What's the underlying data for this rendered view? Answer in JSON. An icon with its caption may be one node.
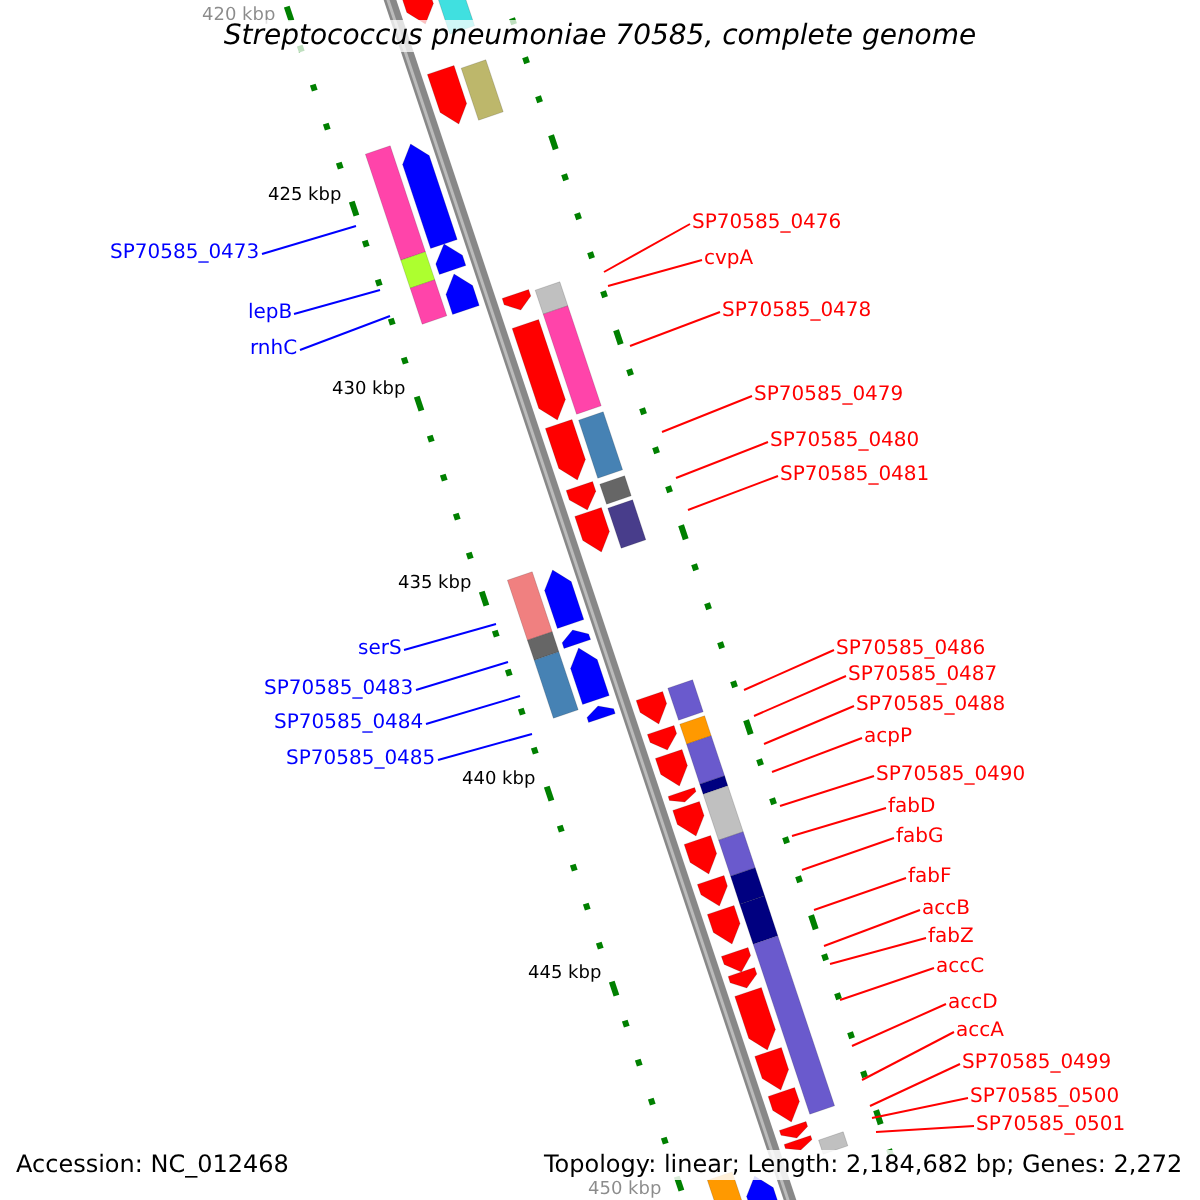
{
  "diagram": {
    "title": "Streptococcus pneumoniae 70585, complete genome",
    "nodes": [
      {
        "text": [
          "SP70585_0473"
        ]
      },
      {
        "text": [
          "lepB"
        ]
      },
      {
        "text": [
          "rnhC"
        ]
      },
      {
        "text": [
          "SP70585_0476"
        ]
      },
      {
        "text": [
          "cvpA"
        ]
      },
      {
        "text": [
          "SP70585_0478"
        ]
      },
      {
        "text": [
          "SP70585_0479"
        ]
      },
      {
        "text": [
          "SP70585_0480"
        ]
      },
      {
        "text": [
          "SP70585_0481"
        ]
      },
      {
        "text": [
          "serS"
        ]
      },
      {
        "text": [
          "SP70585_0483"
        ]
      },
      {
        "text": [
          "SP70585_0484"
        ]
      },
      {
        "text": [
          "SP70585_0485"
        ]
      },
      {
        "text": [
          "SP70585_0486"
        ]
      },
      {
        "text": [
          "SP70585_0487"
        ]
      },
      {
        "text": [
          "SP70585_0488"
        ]
      },
      {
        "text": [
          "acpP"
        ]
      },
      {
        "text": [
          "SP70585_0490"
        ]
      },
      {
        "text": [
          "fabD"
        ]
      },
      {
        "text": [
          "fabG"
        ]
      },
      {
        "text": [
          "fabF"
        ]
      },
      {
        "text": [
          "accB"
        ]
      },
      {
        "text": [
          "fabZ"
        ]
      },
      {
        "text": [
          "accC"
        ]
      },
      {
        "text": [
          "accD"
        ]
      },
      {
        "text": [
          "accA"
        ]
      },
      {
        "text": [
          "SP70585_0499"
        ]
      },
      {
        "text": [
          "SP70585_0500"
        ]
      },
      {
        "text": [
          "SP70585_0501"
        ]
      }
    ],
    "edges": [
      {
        "from": 0,
        "to": null,
        "arrow": "none",
        "color": "#0000ff"
      },
      {
        "from": 1,
        "to": null,
        "arrow": "none",
        "color": "#0000ff"
      },
      {
        "from": 2,
        "to": null,
        "arrow": "none",
        "color": "#0000ff"
      },
      {
        "from": 3,
        "to": null,
        "arrow": "none"
      },
      {
        "from": 4,
        "to": null,
        "arrow": "none"
      },
      {
        "from": 5,
        "to": null,
        "arrow": "none"
      },
      {
        "from": 6,
        "to": null,
        "arrow": "none"
      },
      {
        "from": 7,
        "to": null,
        "arrow": "none"
      },
      {
        "from": 8,
        "to": null,
        "arrow": "none"
      },
      {
        "from": 9,
        "to": null,
        "arrow": "none",
        "color": "#0000ff"
      },
      {
        "from": 10,
        "to": null,
        "arrow": "none",
        "color": "#0000ff"
      },
      {
        "from": 11,
        "to": null,
        "arrow": "none",
        "color": "#0000ff"
      },
      {
        "from": 12,
        "to": null,
        "arrow": "none",
        "color": "#0000ff"
      },
      {
        "from": 13,
        "to": null,
        "arrow": "none"
      },
      {
        "from": 14,
        "to": null,
        "arrow": "none"
      },
      {
        "from": 15,
        "to": null,
        "arrow": "none"
      },
      {
        "from": 16,
        "to": null,
        "arrow": "none"
      },
      {
        "from": 17,
        "to": null,
        "arrow": "none"
      },
      {
        "from": 18,
        "to": null,
        "arrow": "none"
      },
      {
        "from": 19,
        "to": null,
        "arrow": "none"
      },
      {
        "from": 20,
        "to": null,
        "arrow": "none"
      },
      {
        "from": 21,
        "to": null,
        "arrow": "none"
      },
      {
        "from": 22,
        "to": null,
        "arrow": "none"
      },
      {
        "from": 23,
        "to": null,
        "arrow": "none"
      },
      {
        "from": 24,
        "to": null,
        "arrow": "none"
      },
      {
        "from": 25,
        "to": null,
        "arrow": "none"
      },
      {
        "from": 26,
        "to": null,
        "arrow": "none"
      },
      {
        "from": 27,
        "to": null,
        "arrow": "none"
      },
      {
        "from": 28,
        "to": null,
        "arrow": "none"
      }
    ],
    "labels": [
      "420 kbp",
      "425 kbp",
      "430 kbp",
      "435 kbp",
      "440 kbp",
      "445 kbp",
      "Accession: NC_012468",
      "Topology: linear; Length: 2,184,682 bp; Genes: 2,272",
      "450 kbp"
    ]
  }
}
